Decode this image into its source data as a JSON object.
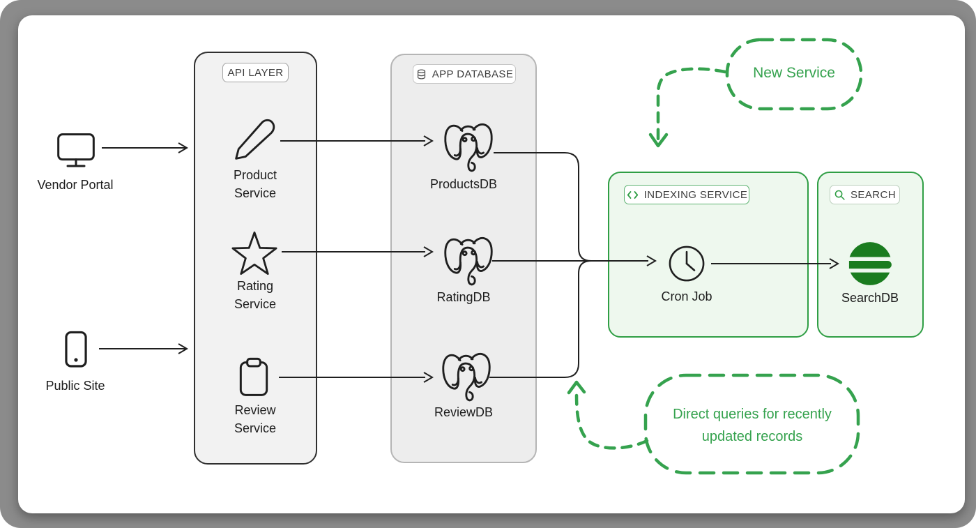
{
  "sources": [
    {
      "label": "Vendor Portal",
      "icon": "monitor-icon"
    },
    {
      "label": "Public Site",
      "icon": "smartphone-icon"
    }
  ],
  "api_layer": {
    "title": "API LAYER",
    "services": [
      {
        "line1": "Product",
        "line2": "Service",
        "icon": "pencil-icon"
      },
      {
        "line1": "Rating",
        "line2": "Service",
        "icon": "star-icon"
      },
      {
        "line1": "Review",
        "line2": "Service",
        "icon": "clipboard-icon"
      }
    ]
  },
  "app_database": {
    "title": "APP DATABASE",
    "icon": "database-icon",
    "databases": [
      {
        "label": "ProductsDB",
        "icon": "postgresql-elephant-icon"
      },
      {
        "label": "RatingDB",
        "icon": "postgresql-elephant-icon"
      },
      {
        "label": "ReviewDB",
        "icon": "postgresql-elephant-icon"
      }
    ]
  },
  "indexing_service": {
    "title": "INDEXING SERVICE",
    "icon": "code-icon",
    "node": {
      "label": "Cron Job",
      "icon": "clock-icon"
    }
  },
  "search": {
    "title": "SEARCH",
    "icon": "search-icon",
    "node": {
      "label": "SearchDB",
      "icon": "elasticsearch-icon"
    }
  },
  "annotations": {
    "new_service": "New Service",
    "direct_queries": "Direct queries for recently updated records"
  },
  "colors": {
    "frame_gray": "#8b8b8b",
    "canvas_white": "#ffffff",
    "api_box_fill": "#f2f2f2",
    "api_box_border": "#2f2f2f",
    "db_box_fill": "#ededed",
    "db_box_border": "#b5b5b5",
    "green_box_fill": "#eef8ee",
    "green_box_border": "#2f9e44",
    "annotation_green": "#35a24e",
    "elasticsearch_green": "#1a7c1f",
    "line_black": "#1f1f1f"
  }
}
